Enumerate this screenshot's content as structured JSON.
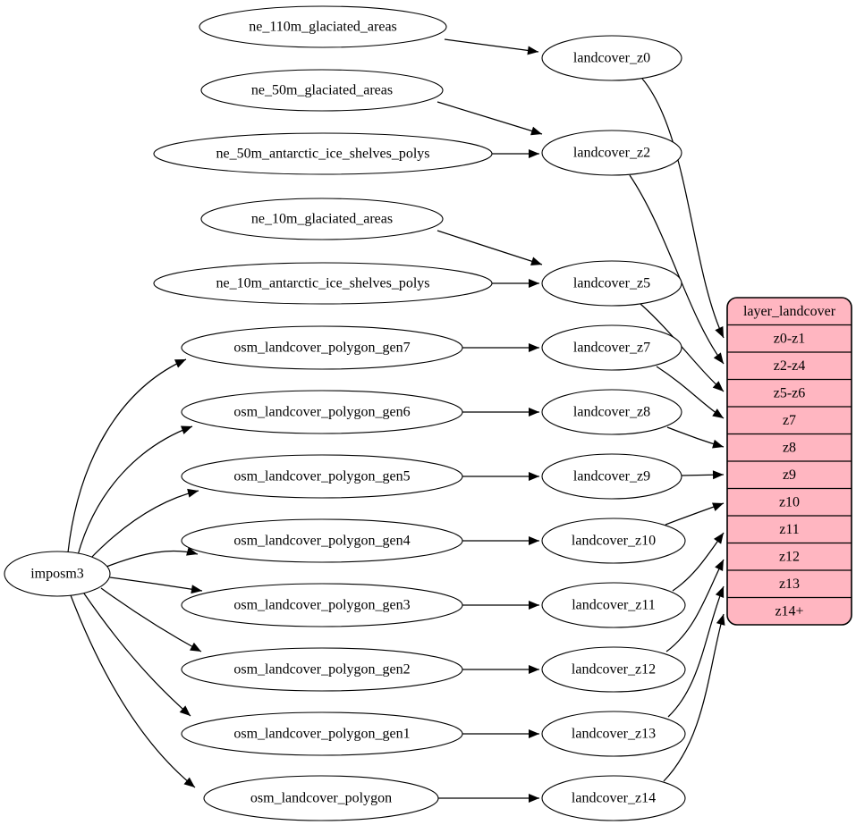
{
  "diagram": {
    "background_color": "#ffffff",
    "node_fill": "#ffffff",
    "node_stroke": "#000000",
    "edge_color": "#000000",
    "table_fill": "#ffb6c1",
    "root": {
      "id": "imposm3",
      "label": "imposm3"
    },
    "sources": [
      {
        "id": "ne_110m_glaciated_areas",
        "label": "ne_110m_glaciated_areas"
      },
      {
        "id": "ne_50m_glaciated_areas",
        "label": "ne_50m_glaciated_areas"
      },
      {
        "id": "ne_50m_antarctic_ice_shelves_polys",
        "label": "ne_50m_antarctic_ice_shelves_polys"
      },
      {
        "id": "ne_10m_glaciated_areas",
        "label": "ne_10m_glaciated_areas"
      },
      {
        "id": "ne_10m_antarctic_ice_shelves_polys",
        "label": "ne_10m_antarctic_ice_shelves_polys"
      },
      {
        "id": "osm_landcover_polygon_gen7",
        "label": "osm_landcover_polygon_gen7"
      },
      {
        "id": "osm_landcover_polygon_gen6",
        "label": "osm_landcover_polygon_gen6"
      },
      {
        "id": "osm_landcover_polygon_gen5",
        "label": "osm_landcover_polygon_gen5"
      },
      {
        "id": "osm_landcover_polygon_gen4",
        "label": "osm_landcover_polygon_gen4"
      },
      {
        "id": "osm_landcover_polygon_gen3",
        "label": "osm_landcover_polygon_gen3"
      },
      {
        "id": "osm_landcover_polygon_gen2",
        "label": "osm_landcover_polygon_gen2"
      },
      {
        "id": "osm_landcover_polygon_gen1",
        "label": "osm_landcover_polygon_gen1"
      },
      {
        "id": "osm_landcover_polygon",
        "label": "osm_landcover_polygon"
      }
    ],
    "stages": [
      {
        "id": "landcover_z0",
        "label": "landcover_z0"
      },
      {
        "id": "landcover_z2",
        "label": "landcover_z2"
      },
      {
        "id": "landcover_z5",
        "label": "landcover_z5"
      },
      {
        "id": "landcover_z7",
        "label": "landcover_z7"
      },
      {
        "id": "landcover_z8",
        "label": "landcover_z8"
      },
      {
        "id": "landcover_z9",
        "label": "landcover_z9"
      },
      {
        "id": "landcover_z10",
        "label": "landcover_z10"
      },
      {
        "id": "landcover_z11",
        "label": "landcover_z11"
      },
      {
        "id": "landcover_z12",
        "label": "landcover_z12"
      },
      {
        "id": "landcover_z13",
        "label": "landcover_z13"
      },
      {
        "id": "landcover_z14",
        "label": "landcover_z14"
      }
    ],
    "table": {
      "id": "layer_landcover",
      "title": "layer_landcover",
      "rows": [
        "z0-z1",
        "z2-z4",
        "z5-z6",
        "z7",
        "z8",
        "z9",
        "z10",
        "z11",
        "z12",
        "z13",
        "z14+"
      ]
    },
    "edges": [
      {
        "from": "ne_110m_glaciated_areas",
        "to": "landcover_z0"
      },
      {
        "from": "ne_50m_glaciated_areas",
        "to": "landcover_z2"
      },
      {
        "from": "ne_50m_antarctic_ice_shelves_polys",
        "to": "landcover_z2"
      },
      {
        "from": "ne_10m_glaciated_areas",
        "to": "landcover_z5"
      },
      {
        "from": "ne_10m_antarctic_ice_shelves_polys",
        "to": "landcover_z5"
      },
      {
        "from": "imposm3",
        "to": "osm_landcover_polygon_gen7"
      },
      {
        "from": "imposm3",
        "to": "osm_landcover_polygon_gen6"
      },
      {
        "from": "imposm3",
        "to": "osm_landcover_polygon_gen5"
      },
      {
        "from": "imposm3",
        "to": "osm_landcover_polygon_gen4"
      },
      {
        "from": "imposm3",
        "to": "osm_landcover_polygon_gen3"
      },
      {
        "from": "imposm3",
        "to": "osm_landcover_polygon_gen2"
      },
      {
        "from": "imposm3",
        "to": "osm_landcover_polygon_gen1"
      },
      {
        "from": "imposm3",
        "to": "osm_landcover_polygon"
      },
      {
        "from": "osm_landcover_polygon_gen7",
        "to": "landcover_z7"
      },
      {
        "from": "osm_landcover_polygon_gen6",
        "to": "landcover_z8"
      },
      {
        "from": "osm_landcover_polygon_gen5",
        "to": "landcover_z9"
      },
      {
        "from": "osm_landcover_polygon_gen4",
        "to": "landcover_z10"
      },
      {
        "from": "osm_landcover_polygon_gen3",
        "to": "landcover_z11"
      },
      {
        "from": "osm_landcover_polygon_gen2",
        "to": "landcover_z12"
      },
      {
        "from": "osm_landcover_polygon_gen1",
        "to": "landcover_z13"
      },
      {
        "from": "osm_landcover_polygon",
        "to": "landcover_z14"
      },
      {
        "from": "landcover_z0",
        "to": "layer_landcover:z0-z1"
      },
      {
        "from": "landcover_z2",
        "to": "layer_landcover:z2-z4"
      },
      {
        "from": "landcover_z5",
        "to": "layer_landcover:z5-z6"
      },
      {
        "from": "landcover_z7",
        "to": "layer_landcover:z7"
      },
      {
        "from": "landcover_z8",
        "to": "layer_landcover:z8"
      },
      {
        "from": "landcover_z9",
        "to": "layer_landcover:z9"
      },
      {
        "from": "landcover_z10",
        "to": "layer_landcover:z10"
      },
      {
        "from": "landcover_z11",
        "to": "layer_landcover:z11"
      },
      {
        "from": "landcover_z12",
        "to": "layer_landcover:z12"
      },
      {
        "from": "landcover_z13",
        "to": "layer_landcover:z13"
      },
      {
        "from": "landcover_z14",
        "to": "layer_landcover:z14+"
      }
    ]
  }
}
